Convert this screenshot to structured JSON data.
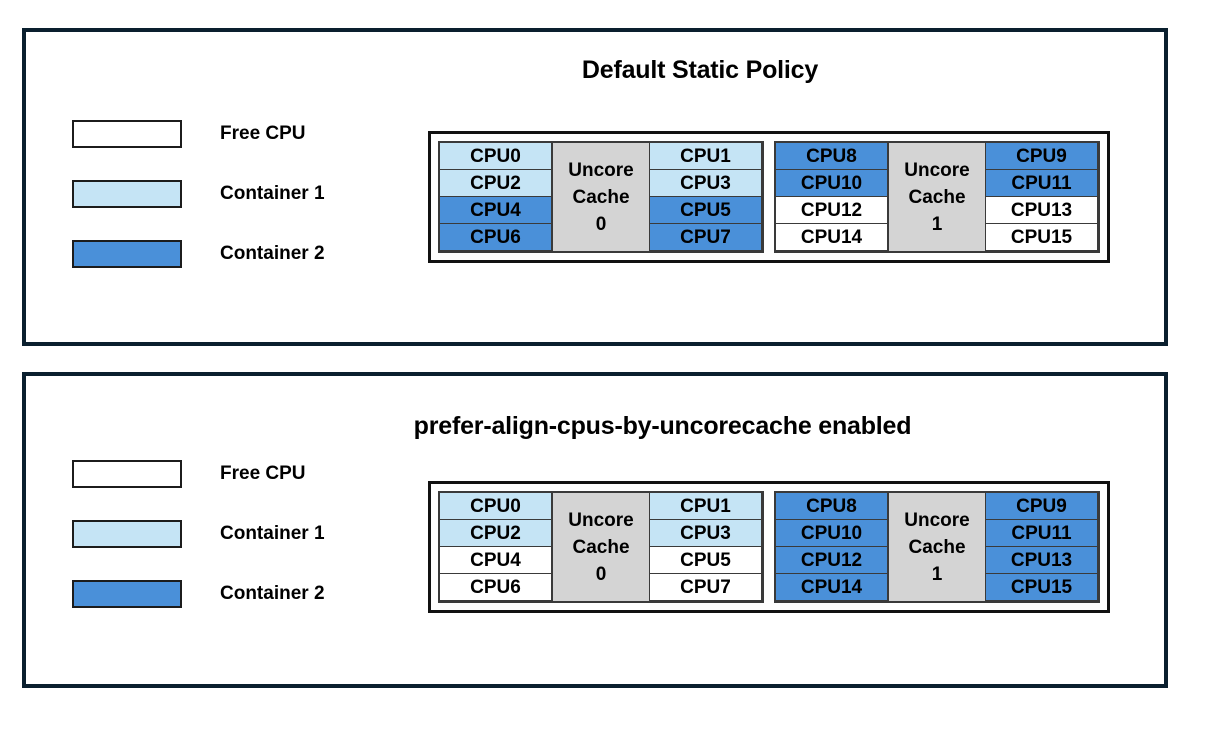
{
  "colors": {
    "free_cpu": "#ffffff",
    "container_1": "#c5e4f5",
    "container_2": "#4a90d9",
    "uncore_cache": "#d4d4d4",
    "frame": "#0a1f2e",
    "cell_border": "#3a3a3a"
  },
  "legend_items": [
    {
      "label": "Free CPU",
      "fill": "free"
    },
    {
      "label": "Container 1",
      "fill": "c1"
    },
    {
      "label": "Container 2",
      "fill": "c2"
    }
  ],
  "panels": [
    {
      "id": "top",
      "title": "Default Static Policy",
      "sockets": [
        {
          "cache_label_lines": [
            "Uncore",
            "Cache",
            "0"
          ],
          "left_column": [
            {
              "label": "CPU0",
              "fill": "c1"
            },
            {
              "label": "CPU2",
              "fill": "c1"
            },
            {
              "label": "CPU4",
              "fill": "c2"
            },
            {
              "label": "CPU6",
              "fill": "c2"
            }
          ],
          "right_column": [
            {
              "label": "CPU1",
              "fill": "c1"
            },
            {
              "label": "CPU3",
              "fill": "c1"
            },
            {
              "label": "CPU5",
              "fill": "c2"
            },
            {
              "label": "CPU7",
              "fill": "c2"
            }
          ]
        },
        {
          "cache_label_lines": [
            "Uncore",
            "Cache",
            "1"
          ],
          "left_column": [
            {
              "label": "CPU8",
              "fill": "c2"
            },
            {
              "label": "CPU10",
              "fill": "c2"
            },
            {
              "label": "CPU12",
              "fill": "free"
            },
            {
              "label": "CPU14",
              "fill": "free"
            }
          ],
          "right_column": [
            {
              "label": "CPU9",
              "fill": "c2"
            },
            {
              "label": "CPU11",
              "fill": "c2"
            },
            {
              "label": "CPU13",
              "fill": "free"
            },
            {
              "label": "CPU15",
              "fill": "free"
            }
          ]
        }
      ]
    },
    {
      "id": "bottom",
      "title": "prefer-align-cpus-by-uncorecache enabled",
      "sockets": [
        {
          "cache_label_lines": [
            "Uncore",
            "Cache",
            "0"
          ],
          "left_column": [
            {
              "label": "CPU0",
              "fill": "c1"
            },
            {
              "label": "CPU2",
              "fill": "c1"
            },
            {
              "label": "CPU4",
              "fill": "free"
            },
            {
              "label": "CPU6",
              "fill": "free"
            }
          ],
          "right_column": [
            {
              "label": "CPU1",
              "fill": "c1"
            },
            {
              "label": "CPU3",
              "fill": "c1"
            },
            {
              "label": "CPU5",
              "fill": "free"
            },
            {
              "label": "CPU7",
              "fill": "free"
            }
          ]
        },
        {
          "cache_label_lines": [
            "Uncore",
            "Cache",
            "1"
          ],
          "left_column": [
            {
              "label": "CPU8",
              "fill": "c2"
            },
            {
              "label": "CPU10",
              "fill": "c2"
            },
            {
              "label": "CPU12",
              "fill": "c2"
            },
            {
              "label": "CPU14",
              "fill": "c2"
            }
          ],
          "right_column": [
            {
              "label": "CPU9",
              "fill": "c2"
            },
            {
              "label": "CPU11",
              "fill": "c2"
            },
            {
              "label": "CPU13",
              "fill": "c2"
            },
            {
              "label": "CPU15",
              "fill": "c2"
            }
          ]
        }
      ]
    }
  ]
}
